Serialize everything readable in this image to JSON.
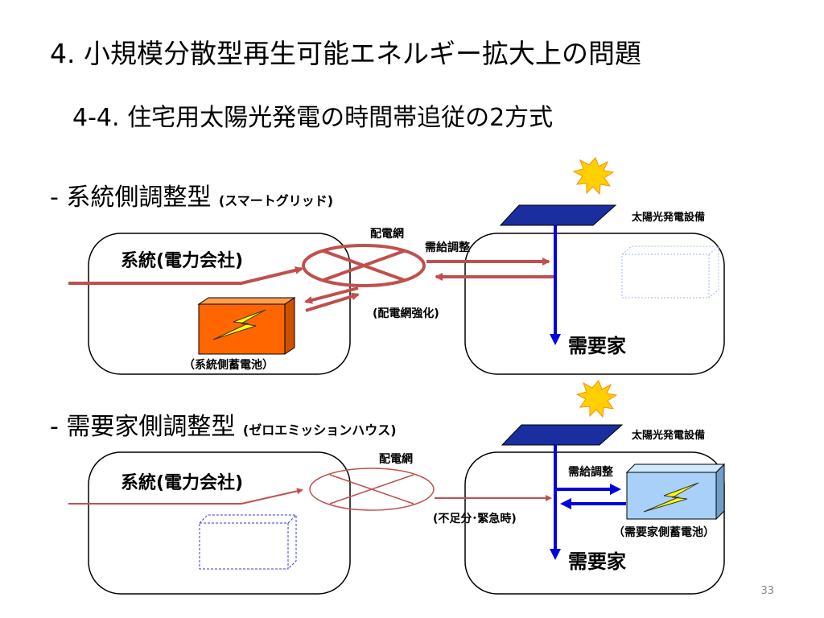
{
  "slide": {
    "title": "4. 小規模分散型再生可能エネルギー拡大上の問題",
    "subtitle": "4-4. 住宅用太陽光発電の時間帯追従の2方式",
    "page_number": "33"
  },
  "section1": {
    "heading": "- 系統側調整型",
    "heading_note": "(スマートグリッド)",
    "grid_label": "系統(電力会社)",
    "distribution_label": "配電網",
    "supply_demand_label": "需給調整",
    "reinforce_label": "(配電網強化)",
    "battery_label": "（系統側蓄電池）",
    "solar_label": "太陽光発電設備",
    "consumer_label": "需要家"
  },
  "section2": {
    "heading": "- 需要家側調整型",
    "heading_note": "(ゼロエミッションハウス)",
    "grid_label": "系統(電力会社)",
    "distribution_label": "配電網",
    "supply_demand_label": "需給調整",
    "shortage_label": "(不足分･緊急時)",
    "battery_label": "（需要家側蓄電池）",
    "solar_label": "太陽光発電設備",
    "consumer_label": "需要家"
  },
  "colors": {
    "grid_line": "#c0504d",
    "demand_arrow": "#0000dd",
    "solar_panel": "#1a2ea0",
    "grid_battery": "#ff6600",
    "home_battery": "#a8d0f8",
    "sun": "#ffd000"
  },
  "icons": [
    "sun-icon",
    "solar-panel-icon",
    "lightning-icon",
    "battery-icon"
  ]
}
